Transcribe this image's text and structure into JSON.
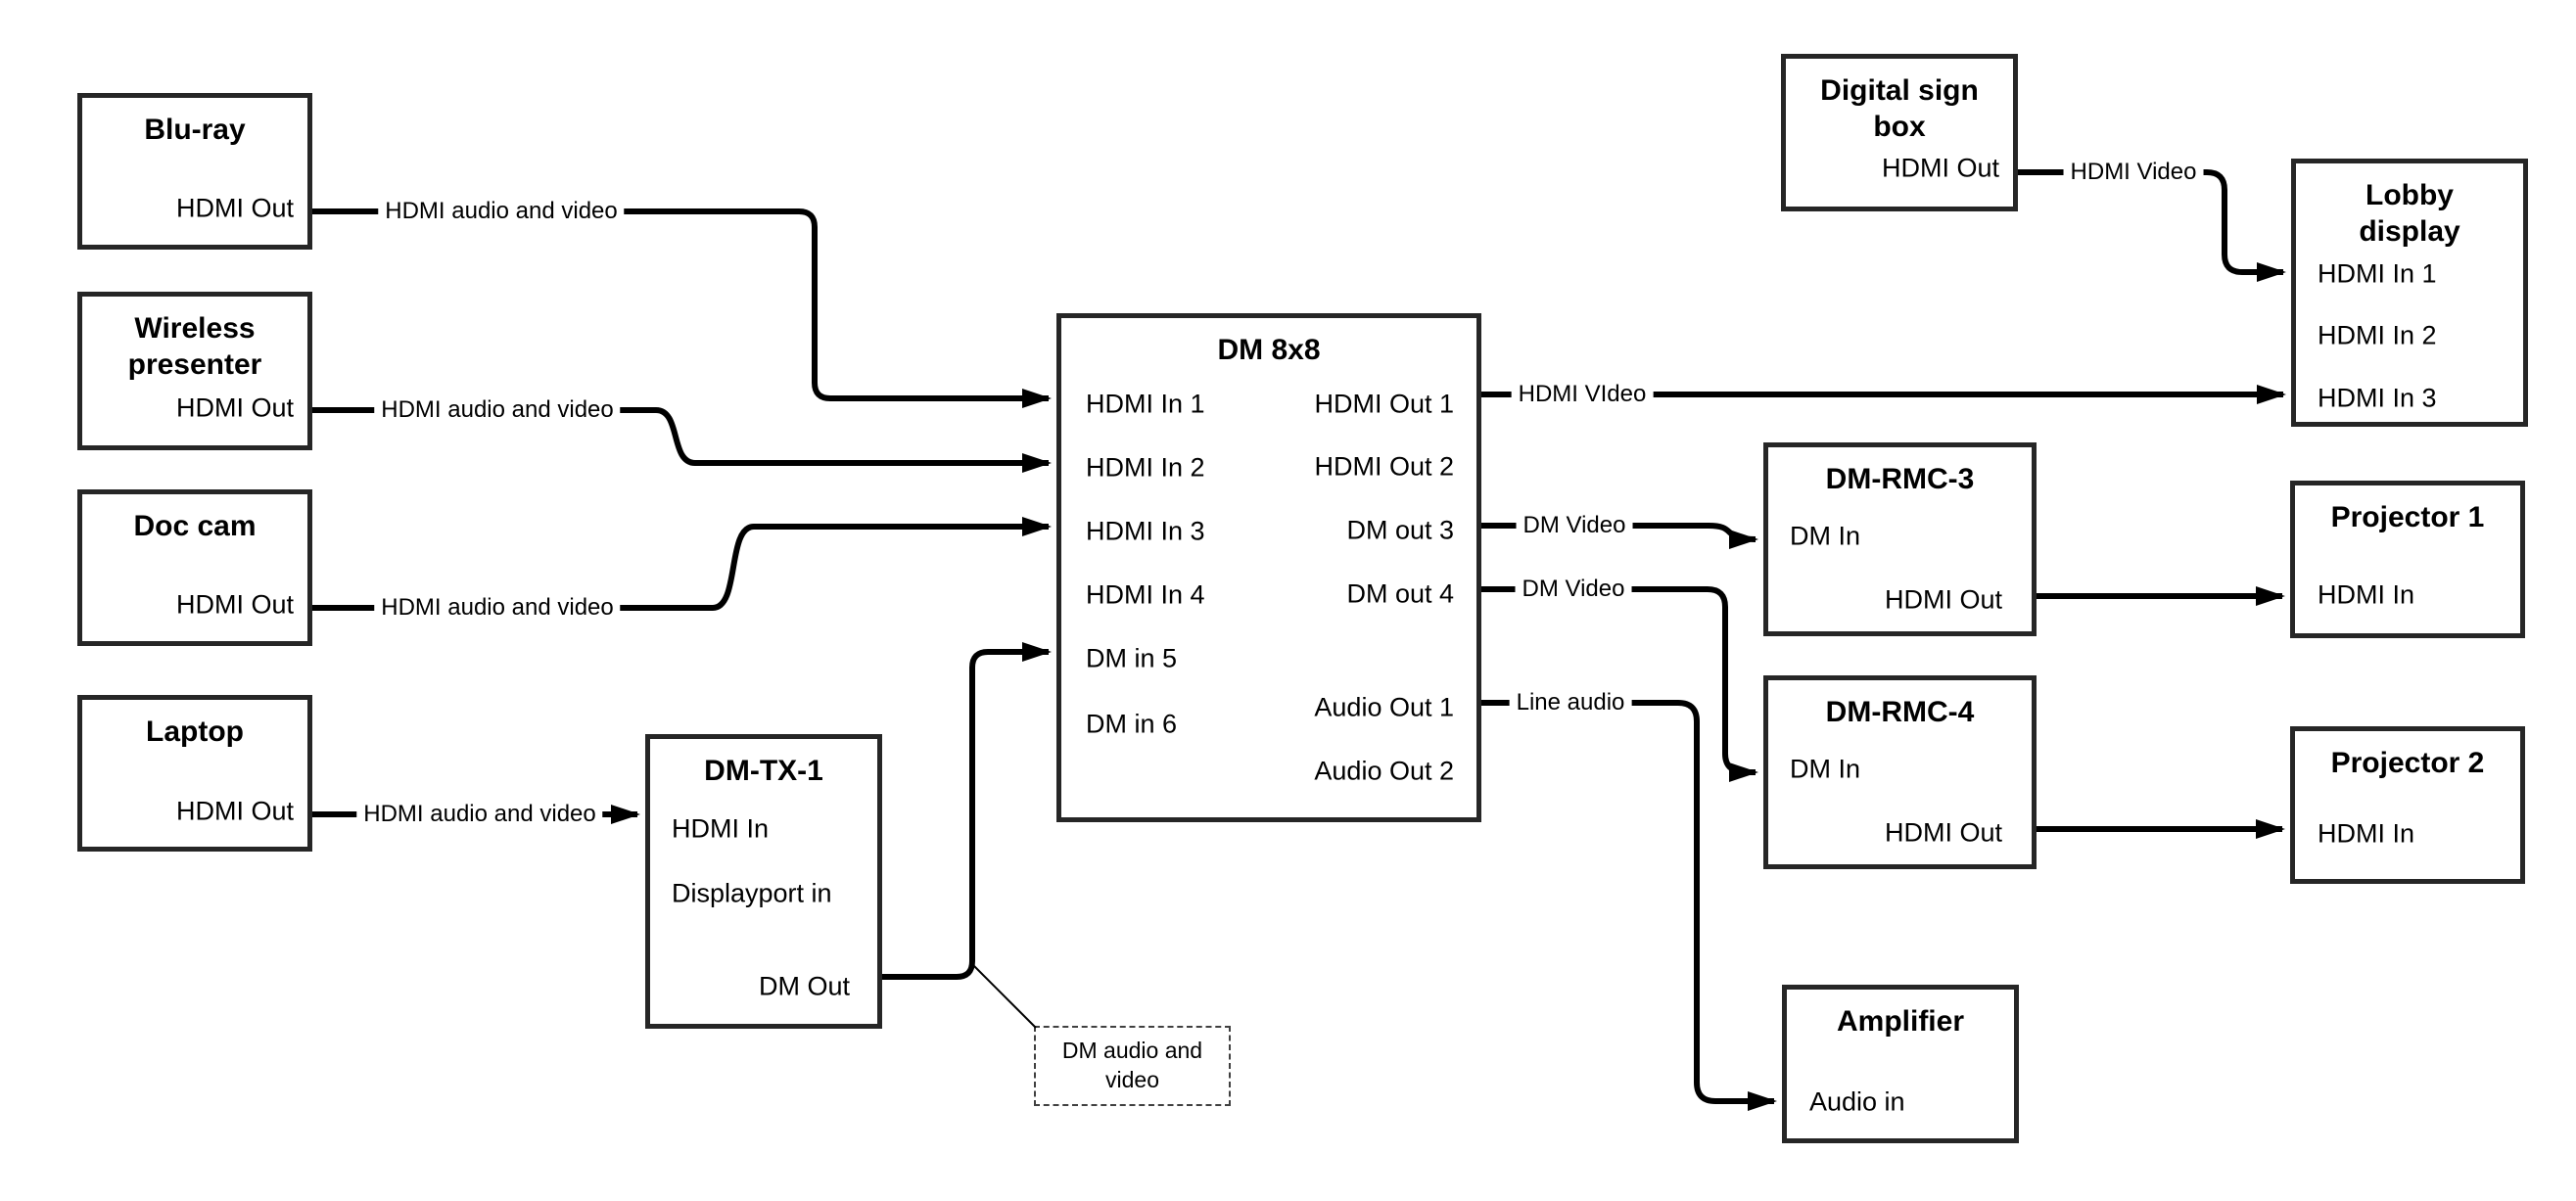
{
  "colors": {
    "background": "#ffffff",
    "wire": "#000000",
    "box_border": "#262626",
    "text": "#000000"
  },
  "boxes": {
    "bluray": {
      "title": "Blu-ray",
      "ports": {
        "hdmi_out": "HDMI Out"
      }
    },
    "wireless_presenter": {
      "title": "Wireless presenter",
      "ports": {
        "hdmi_out": "HDMI Out"
      }
    },
    "doc_cam": {
      "title": "Doc cam",
      "ports": {
        "hdmi_out": "HDMI Out"
      }
    },
    "laptop": {
      "title": "Laptop",
      "ports": {
        "hdmi_out": "HDMI Out"
      }
    },
    "dm_tx_1": {
      "title": "DM-TX-1",
      "ports": {
        "hdmi_in": "HDMI In",
        "displayport_in": "Displayport in",
        "dm_out": "DM Out"
      }
    },
    "dm_8x8": {
      "title": "DM 8x8",
      "ports": {
        "hdmi_in_1": "HDMI In 1",
        "hdmi_in_2": "HDMI In 2",
        "hdmi_in_3": "HDMI In 3",
        "hdmi_in_4": "HDMI In 4",
        "dm_in_5": "DM in 5",
        "dm_in_6": "DM in 6",
        "hdmi_out_1": "HDMI Out 1",
        "hdmi_out_2": "HDMI Out 2",
        "dm_out_3": "DM out 3",
        "dm_out_4": "DM out 4",
        "audio_out_1": "Audio Out 1",
        "audio_out_2": "Audio Out 2"
      }
    },
    "digital_sign_box": {
      "title": "Digital sign box",
      "ports": {
        "hdmi_out": "HDMI Out"
      }
    },
    "lobby_display": {
      "title": "Lobby display",
      "ports": {
        "hdmi_in_1": "HDMI In 1",
        "hdmi_in_2": "HDMI In 2",
        "hdmi_in_3": "HDMI In 3"
      }
    },
    "dm_rmc_3": {
      "title": "DM-RMC-3",
      "ports": {
        "dm_in": "DM In",
        "hdmi_out": "HDMI Out"
      }
    },
    "projector_1": {
      "title": "Projector 1",
      "ports": {
        "hdmi_in": "HDMI In"
      }
    },
    "dm_rmc_4": {
      "title": "DM-RMC-4",
      "ports": {
        "dm_in": "DM In",
        "hdmi_out": "HDMI Out"
      }
    },
    "projector_2": {
      "title": "Projector 2",
      "ports": {
        "hdmi_in": "HDMI In"
      }
    },
    "amplifier": {
      "title": "Amplifier",
      "ports": {
        "audio_in": "Audio in"
      }
    }
  },
  "wire_labels": {
    "bluray_to_dm8x8": "HDMI audio and video",
    "wireless_to_dm8x8": "HDMI audio and video",
    "doccam_to_dm8x8": "HDMI audio and video",
    "laptop_to_dmtx1": "HDMI audio and video",
    "hdmi_out_1_to_lobby": "HDMI VIdeo",
    "digital_sign_to_lobby": "HDMI Video",
    "dm_out_3_to_rmc3": "DM Video",
    "dm_out_4_to_rmc4": "DM Video",
    "audio_out_1_to_amplifier": "Line audio"
  },
  "callout": {
    "text": "DM audio and video"
  }
}
